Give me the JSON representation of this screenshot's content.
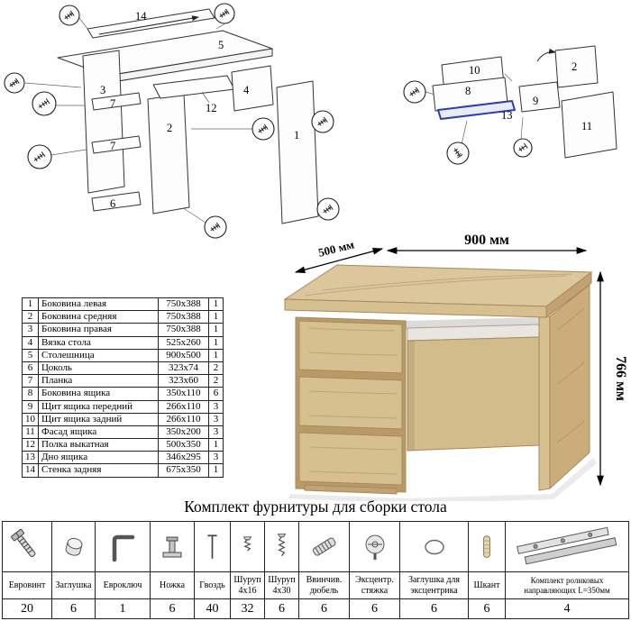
{
  "colors": {
    "wood_light": "#dcc69b",
    "wood_mid": "#d7c08f",
    "wood_dark": "#c2a273",
    "wood_edge": "#a9895b",
    "wood_shadow": "#b89a66",
    "highlight_blue": "#2b3fae",
    "line": "#333333"
  },
  "diagram_left": {
    "labels": [
      {
        "text": "14"
      },
      {
        "text": "5"
      },
      {
        "text": "3"
      },
      {
        "text": "7"
      },
      {
        "text": "7"
      },
      {
        "text": "6"
      },
      {
        "text": "2"
      },
      {
        "text": "12"
      },
      {
        "text": "4"
      },
      {
        "text": "1"
      }
    ]
  },
  "diagram_right": {
    "labels": [
      {
        "text": "10"
      },
      {
        "text": "2"
      },
      {
        "text": "8"
      },
      {
        "text": "9"
      },
      {
        "text": "13"
      },
      {
        "text": "11"
      }
    ]
  },
  "desk": {
    "dim_width": "900 мм",
    "dim_depth": "500 мм",
    "dim_height": "766 мм"
  },
  "parts_table": {
    "rows": [
      {
        "num": "1",
        "name": "Боковина левая",
        "size": "750x388",
        "qty": "1"
      },
      {
        "num": "2",
        "name": "Боковина средняя",
        "size": "750x388",
        "qty": "1"
      },
      {
        "num": "3",
        "name": "Боковина правая",
        "size": "750x388",
        "qty": "1"
      },
      {
        "num": "4",
        "name": "Вязка стола",
        "size": "525x260",
        "qty": "1"
      },
      {
        "num": "5",
        "name": "Столешница",
        "size": "900x500",
        "qty": "1"
      },
      {
        "num": "6",
        "name": "Цоколь",
        "size": "323x74",
        "qty": "2"
      },
      {
        "num": "7",
        "name": "Планка",
        "size": "323x60",
        "qty": "2"
      },
      {
        "num": "8",
        "name": "Боковина ящика",
        "size": "350x110",
        "qty": "6"
      },
      {
        "num": "9",
        "name": "Щит ящика передний",
        "size": "266x110",
        "qty": "3"
      },
      {
        "num": "10",
        "name": "Щит ящика задний",
        "size": "266x110",
        "qty": "3"
      },
      {
        "num": "11",
        "name": "Фасад ящика",
        "size": "350x200",
        "qty": "3"
      },
      {
        "num": "12",
        "name": "Полка выкатная",
        "size": "500x350",
        "qty": "1"
      },
      {
        "num": "13",
        "name": "Дно ящика",
        "size": "346x295",
        "qty": "3"
      },
      {
        "num": "14",
        "name": "Стенка задняя",
        "size": "675x350",
        "qty": "1"
      }
    ]
  },
  "hardware": {
    "title": "Комплект фурнитуры для сборки стола",
    "items": [
      {
        "icon": "confirmat-screw-icon",
        "label": "Евровинт",
        "qty": "20"
      },
      {
        "icon": "cap-plug-icon",
        "label": "Заглушка",
        "qty": "6"
      },
      {
        "icon": "hex-key-icon",
        "label": "Евроключ",
        "qty": "1"
      },
      {
        "icon": "leg-foot-icon",
        "label": "Ножка",
        "qty": "6"
      },
      {
        "icon": "nail-icon",
        "label": "Гвоздь",
        "qty": "40"
      },
      {
        "icon": "screw-small-icon",
        "label": "Шуруп 4x16",
        "qty": "32"
      },
      {
        "icon": "screw-long-icon",
        "label": "Шуруп 4x30",
        "qty": "6"
      },
      {
        "icon": "screw-dowel-icon",
        "label": "Ввинчив. дюбель",
        "qty": "6"
      },
      {
        "icon": "cam-lock-icon",
        "label": "Эксцентр. стяжка",
        "qty": "6"
      },
      {
        "icon": "cam-cover-icon",
        "label": "Заглушка для эксцентрика",
        "qty": "6"
      },
      {
        "icon": "wood-dowel-icon",
        "label": "Шкант",
        "qty": "6"
      },
      {
        "icon": "drawer-rails-icon",
        "label": "Комплект роликовых направляющих L=350мм",
        "qty": "4"
      }
    ]
  }
}
